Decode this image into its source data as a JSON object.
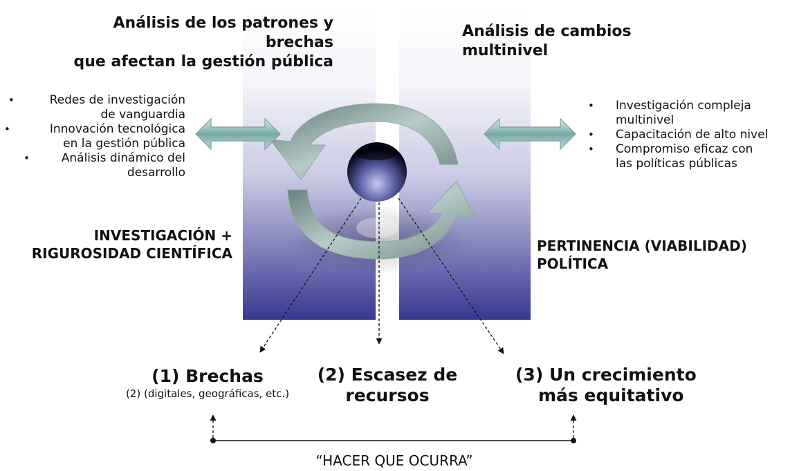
{
  "left": {
    "heading_line1": "Análisis de los patrones y brechas",
    "heading_line2": "que afectan la gestión pública",
    "bullets": [
      {
        "line1": "Redes de investigación",
        "line2": "de vanguardia"
      },
      {
        "line1": "Innovación tecnológica",
        "line2": "en la gestión pública"
      },
      {
        "line1": "Análisis dinámico del",
        "line2": "desarrollo"
      }
    ],
    "label_line1": "INVESTIGACIÓN +",
    "label_line2": "RIGUROSIDAD CIENTÍFICA"
  },
  "right": {
    "heading_line1": "Análisis de cambios",
    "heading_line2": "multinivel",
    "bullets": [
      {
        "line1": "Investigación  compleja",
        "line2": "multinivel"
      },
      {
        "line1": "Capacitación de alto nivel",
        "line2": ""
      },
      {
        "line1": "Compromiso eficaz con",
        "line2": "las políticas públicas"
      }
    ],
    "label_line1": "PERTINENCIA (VIABILIDAD)",
    "label_line2": "POLÍTICA"
  },
  "bullet_symbol": "•",
  "outcomes": [
    {
      "title_line1": "(1) Brechas",
      "title_line2": "",
      "subtitle": "(2) (digitales, geográficas, etc.)"
    },
    {
      "title_line1": "(2) Escasez de",
      "title_line2": "recursos",
      "subtitle": ""
    },
    {
      "title_line1": "(3) Un crecimiento",
      "title_line2": "más equitativo",
      "subtitle": ""
    }
  ],
  "footer": "“HACER QUE OCURRA”"
}
